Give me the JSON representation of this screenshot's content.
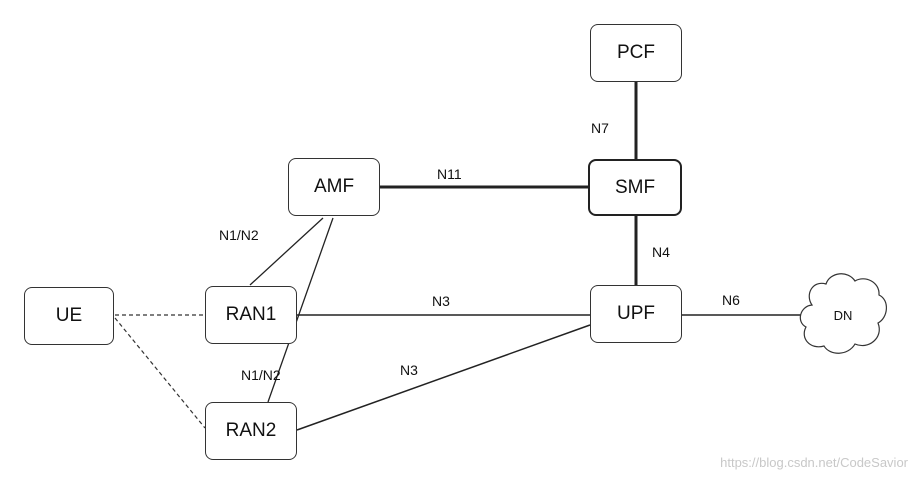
{
  "nodes": {
    "pcf": "PCF",
    "smf": "SMF",
    "amf": "AMF",
    "upf": "UPF",
    "ue": "UE",
    "ran1": "RAN1",
    "ran2": "RAN2",
    "dn": "DN"
  },
  "edges": {
    "pcf_smf": "N7",
    "amf_smf": "N11",
    "smf_upf": "N4",
    "upf_dn": "N6",
    "ran1_upf": "N3",
    "ran2_upf": "N3",
    "amf_ran1": "N1/N2",
    "amf_ran2": "N1/N2"
  },
  "watermark": "https://blog.csdn.net/CodeSavior"
}
